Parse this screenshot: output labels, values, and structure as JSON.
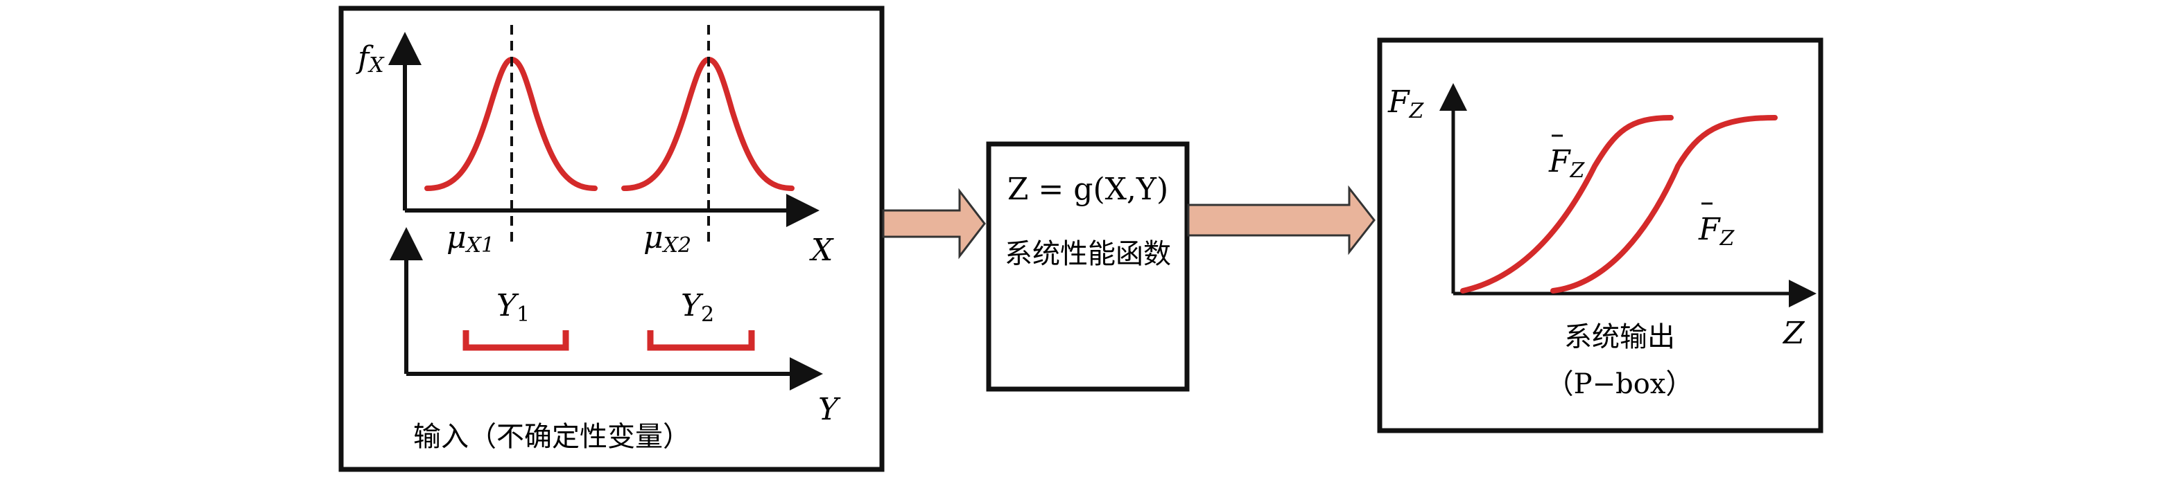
{
  "input_panel": {
    "y_axis_label": "f",
    "y_axis_sub": "X",
    "x_axis_label": "X",
    "mean1_label": "μ",
    "mean1_sub": "X1",
    "mean2_label": "μ",
    "mean2_sub": "X2",
    "interval1_label": "Y",
    "interval1_sub": "1",
    "interval2_label": "Y",
    "interval2_sub": "2",
    "y2_axis_label": "Y",
    "caption": "输入（不确定性变量）"
  },
  "function_box": {
    "formula": "Z = g(X,Y)",
    "caption": "系统性能函数"
  },
  "output_panel": {
    "y_axis_label": "F",
    "y_axis_sub": "Z",
    "upper_label": "F",
    "upper_sub": "Z",
    "lower_label": "F",
    "lower_sub": "Z",
    "x_axis_label": "Z",
    "caption": "系统输出",
    "caption2": "（P−box）"
  },
  "colors": {
    "curve": "#d42a2a",
    "arrow_fill": "#e9b49b",
    "line": "#111111"
  }
}
